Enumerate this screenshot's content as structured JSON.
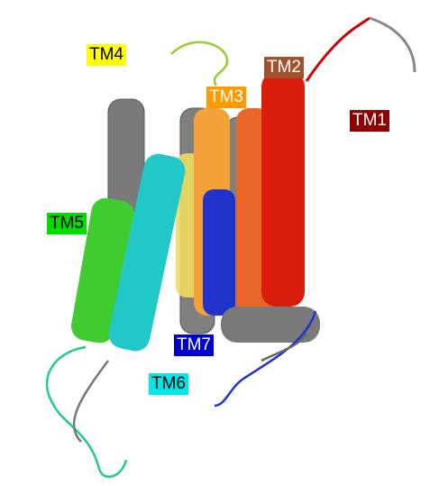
{
  "labels": {
    "tm1": {
      "text": "TM1",
      "bg": "#8b0000",
      "fg": "#ffffff"
    },
    "tm2": {
      "text": "TM2",
      "bg": "#a0522d",
      "fg": "#ffffff"
    },
    "tm3": {
      "text": "TM3",
      "bg": "#ff9900",
      "fg": "#ffffff"
    },
    "tm4": {
      "text": "TM4",
      "bg": "#ffff00",
      "fg": "#000000"
    },
    "tm5": {
      "text": "TM5",
      "bg": "#00dd00",
      "fg": "#000000"
    },
    "tm6": {
      "text": "TM6",
      "bg": "#00e5e5",
      "fg": "#000000"
    },
    "tm7": {
      "text": "TM7",
      "bg": "#0000cc",
      "fg": "#ffffff"
    }
  },
  "colors": {
    "helix_grey": "#6e6e6e",
    "tm1_red": "#dd1100",
    "tm2_orange": "#ee6622",
    "tm3_orange": "#f0a030",
    "tm4_yellow": "#e8e060",
    "tm5_green": "#33cc33",
    "tm6_cyan": "#22cccc",
    "tm7_blue": "#2233cc",
    "loop_green": "#22cc88"
  }
}
